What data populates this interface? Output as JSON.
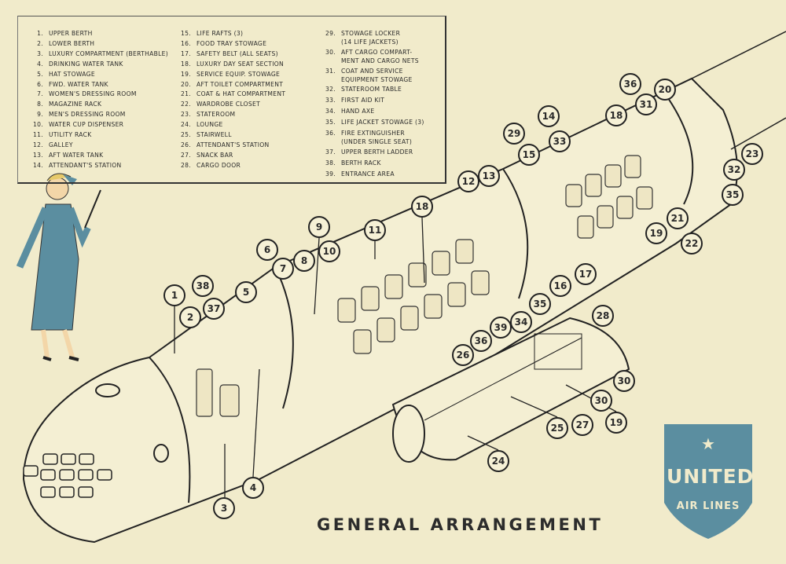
{
  "legend": {
    "col1": [
      {
        "n": "1.",
        "t": "UPPER BERTH"
      },
      {
        "n": "2.",
        "t": "LOWER BERTH"
      },
      {
        "n": "3.",
        "t": "LUXURY COMPARTMENT (BERTHABLE)"
      },
      {
        "n": "4.",
        "t": "DRINKING WATER TANK"
      },
      {
        "n": "5.",
        "t": "HAT STOWAGE"
      },
      {
        "n": "6.",
        "t": "FWD. WATER TANK"
      },
      {
        "n": "7.",
        "t": "WOMEN'S DRESSING ROOM"
      },
      {
        "n": "8.",
        "t": "MAGAZINE RACK"
      },
      {
        "n": "9.",
        "t": "MEN'S DRESSING ROOM"
      },
      {
        "n": "10.",
        "t": "WATER CUP DISPENSER"
      },
      {
        "n": "11.",
        "t": "UTILITY RACK"
      },
      {
        "n": "12.",
        "t": "GALLEY"
      },
      {
        "n": "13.",
        "t": "AFT WATER TANK"
      },
      {
        "n": "14.",
        "t": "ATTENDANT'S STATION"
      }
    ],
    "col2": [
      {
        "n": "15.",
        "t": "LIFE RAFTS (3)"
      },
      {
        "n": "16.",
        "t": "FOOD TRAY STOWAGE"
      },
      {
        "n": "17.",
        "t": "SAFETY BELT (ALL SEATS)"
      },
      {
        "n": "18.",
        "t": "LUXURY DAY SEAT SECTION"
      },
      {
        "n": "19.",
        "t": "SERVICE EQUIP. STOWAGE"
      },
      {
        "n": "20.",
        "t": "AFT TOILET COMPARTMENT"
      },
      {
        "n": "21.",
        "t": "COAT & HAT COMPARTMENT"
      },
      {
        "n": "22.",
        "t": "WARDROBE CLOSET"
      },
      {
        "n": "23.",
        "t": "STATEROOM"
      },
      {
        "n": "24.",
        "t": "LOUNGE"
      },
      {
        "n": "25.",
        "t": "STAIRWELL"
      },
      {
        "n": "26.",
        "t": "ATTENDANT'S STATION"
      },
      {
        "n": "27.",
        "t": "SNACK BAR"
      },
      {
        "n": "28.",
        "t": "CARGO DOOR"
      }
    ],
    "col3": [
      {
        "n": "29.",
        "t": "STOWAGE LOCKER",
        "t2": "(14 LIFE JACKETS)"
      },
      {
        "n": "30.",
        "t": "AFT CARGO COMPART-",
        "t2": "MENT AND CARGO NETS"
      },
      {
        "n": "31.",
        "t": "COAT AND SERVICE",
        "t2": "EQUIPMENT STOWAGE"
      },
      {
        "n": "32.",
        "t": "STATEROOM TABLE"
      },
      {
        "n": "33.",
        "t": "FIRST AID KIT"
      },
      {
        "n": "34.",
        "t": "HAND AXE"
      },
      {
        "n": "35.",
        "t": "LIFE JACKET STOWAGE (3)"
      },
      {
        "n": "36.",
        "t": "FIRE EXTINGUISHER",
        "t2": "(UNDER SINGLE SEAT)"
      },
      {
        "n": "37.",
        "t": "UPPER BERTH LADDER"
      },
      {
        "n": "38.",
        "t": "BERTH RACK"
      },
      {
        "n": "39.",
        "t": "ENTRANCE AREA"
      }
    ]
  },
  "callouts": [
    "1",
    "2",
    "38",
    "37",
    "5",
    "6",
    "7",
    "8",
    "9",
    "10",
    "11",
    "18",
    "12",
    "13",
    "29",
    "15",
    "14",
    "33",
    "18",
    "36",
    "20",
    "31",
    "23",
    "32",
    "35",
    "22",
    "21",
    "19",
    "17",
    "16",
    "35",
    "34",
    "39",
    "36",
    "26",
    "28",
    "30",
    "30",
    "19",
    "27",
    "25",
    "24",
    "4",
    "3"
  ],
  "title": "GENERAL ARRANGEMENT",
  "logo": {
    "line1": "UNITED",
    "line2": "AIR LINES",
    "color": "#5b8ea0"
  },
  "colors": {
    "paper": "#f1ebcb",
    "ink": "#2a2a2a",
    "uniform": "#5b8ea0"
  }
}
